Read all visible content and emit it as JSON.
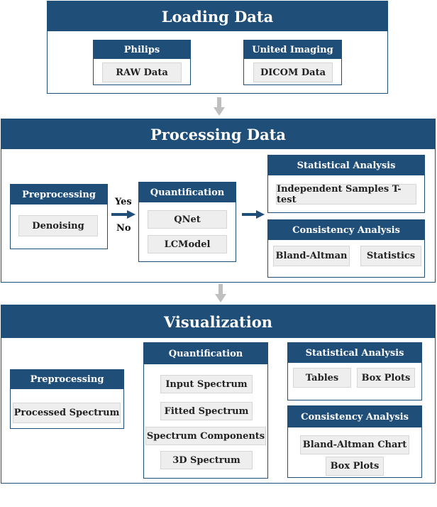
{
  "loading": {
    "title": "Loading Data",
    "philips": {
      "title": "Philips",
      "item": "RAW Data"
    },
    "united": {
      "title": "United Imaging",
      "item": "DICOM Data"
    }
  },
  "processing": {
    "title": "Processing Data",
    "preprocessing": {
      "title": "Preprocessing",
      "item": "Denoising"
    },
    "yes_label": "Yes",
    "no_label": "No",
    "quantification": {
      "title": "Quantification",
      "items": [
        "QNet",
        "LCModel"
      ]
    },
    "statistical": {
      "title": "Statistical Analysis",
      "item": "Independent  Samples T-test"
    },
    "consistency": {
      "title": "Consistency Analysis",
      "items": [
        "Bland-Altman",
        "Statistics"
      ]
    }
  },
  "visualization": {
    "title": "Visualization",
    "preprocessing": {
      "title": "Preprocessing",
      "item": "Processed Spectrum"
    },
    "quantification": {
      "title": "Quantification",
      "items": [
        "Input Spectrum",
        "Fitted Spectrum",
        "Spectrum Components",
        "3D Spectrum"
      ]
    },
    "statistical": {
      "title": "Statistical Analysis",
      "items": [
        "Tables",
        "Box Plots"
      ]
    },
    "consistency": {
      "title": "Consistency Analysis",
      "items": [
        "Bland-Altman Chart",
        "Box Plots"
      ]
    }
  },
  "colors": {
    "primary": "#1f4e79",
    "arrow": "#bfbfbf",
    "item_bg": "#eeeeee"
  }
}
